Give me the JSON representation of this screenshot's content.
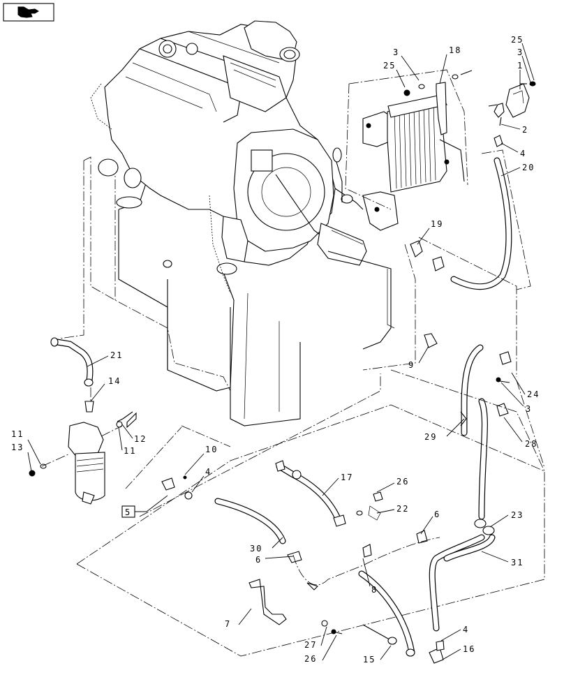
{
  "diagram": {
    "callouts": [
      {
        "id": "c1",
        "text": "1"
      },
      {
        "id": "c2",
        "text": "2"
      },
      {
        "id": "c3a",
        "text": "3"
      },
      {
        "id": "c3b",
        "text": "3"
      },
      {
        "id": "c3c",
        "text": "3"
      },
      {
        "id": "c4a",
        "text": "4"
      },
      {
        "id": "c4b",
        "text": "4"
      },
      {
        "id": "c4c",
        "text": "4"
      },
      {
        "id": "c5",
        "text": "5"
      },
      {
        "id": "c6a",
        "text": "6"
      },
      {
        "id": "c6b",
        "text": "6"
      },
      {
        "id": "c7",
        "text": "7"
      },
      {
        "id": "c8",
        "text": "8"
      },
      {
        "id": "c9",
        "text": "9"
      },
      {
        "id": "c10",
        "text": "10"
      },
      {
        "id": "c11a",
        "text": "11"
      },
      {
        "id": "c11b",
        "text": "11"
      },
      {
        "id": "c12",
        "text": "12"
      },
      {
        "id": "c13",
        "text": "13"
      },
      {
        "id": "c14",
        "text": "14"
      },
      {
        "id": "c15",
        "text": "15"
      },
      {
        "id": "c16",
        "text": "16"
      },
      {
        "id": "c17",
        "text": "17"
      },
      {
        "id": "c18",
        "text": "18"
      },
      {
        "id": "c19",
        "text": "19"
      },
      {
        "id": "c20",
        "text": "20"
      },
      {
        "id": "c21",
        "text": "21"
      },
      {
        "id": "c22",
        "text": "22"
      },
      {
        "id": "c23",
        "text": "23"
      },
      {
        "id": "c24",
        "text": "24"
      },
      {
        "id": "c25a",
        "text": "25"
      },
      {
        "id": "c25b",
        "text": "25"
      },
      {
        "id": "c26a",
        "text": "26"
      },
      {
        "id": "c26b",
        "text": "26"
      },
      {
        "id": "c27",
        "text": "27"
      },
      {
        "id": "c28",
        "text": "28"
      },
      {
        "id": "c29",
        "text": "29"
      },
      {
        "id": "c30",
        "text": "30"
      },
      {
        "id": "c31",
        "text": "31"
      }
    ],
    "nav_icon": "hand-pointer-icon"
  }
}
